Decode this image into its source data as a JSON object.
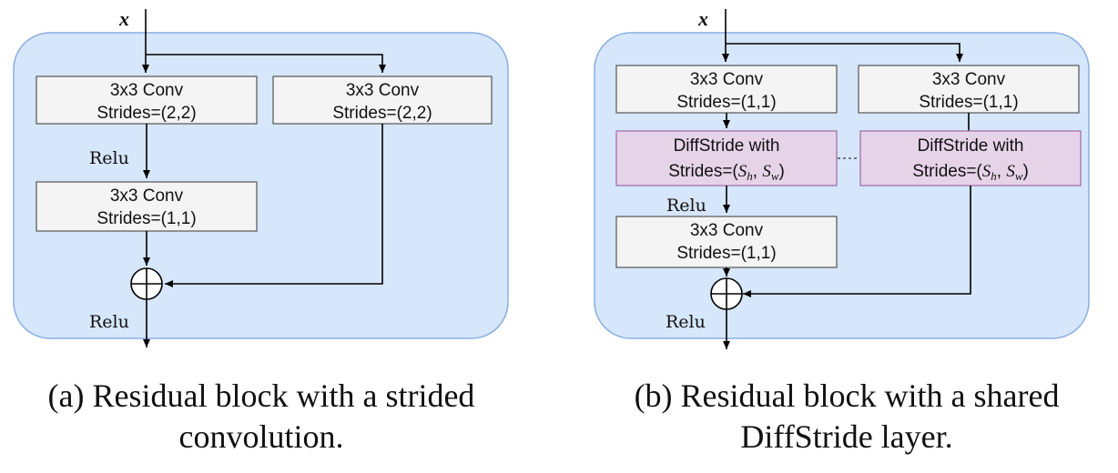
{
  "diagram_a": {
    "input_label": "x",
    "conv_1": {
      "line1": "3x3 Conv",
      "line2": "Strides=(2,2)"
    },
    "conv_skip": {
      "line1": "3x3 Conv",
      "line2": "Strides=(2,2)"
    },
    "relu_1": "Relu",
    "conv_2": {
      "line1": "3x3 Conv",
      "line2": "Strides=(1,1)"
    },
    "relu_2": "Relu",
    "caption_line1": "(a) Residual block with a strided",
    "caption_line2": "convolution."
  },
  "diagram_b": {
    "input_label": "x",
    "conv_1": {
      "line1": "3x3 Conv",
      "line2": "Strides=(1,1)"
    },
    "conv_skip": {
      "line1": "3x3 Conv",
      "line2": "Strides=(1,1)"
    },
    "diffstride_main": {
      "line1": "DiffStride with",
      "line2_prefix": "Strides=(",
      "s_h": "S",
      "s_h_sub": "h",
      "comma": ", ",
      "s_w": "S",
      "s_w_sub": "w",
      "close": ")"
    },
    "diffstride_skip": {
      "line1": "DiffStride with",
      "line2_prefix": "Strides=(",
      "s_h": "S",
      "s_h_sub": "h",
      "comma": ", ",
      "s_w": "S",
      "s_w_sub": "w",
      "close": ")"
    },
    "relu_1": "Relu",
    "conv_2": {
      "line1": "3x3 Conv",
      "line2": "Strides=(1,1)"
    },
    "relu_2": "Relu",
    "caption_line1": "(b) Residual block with a shared",
    "caption_line2": "DiffStride layer."
  }
}
